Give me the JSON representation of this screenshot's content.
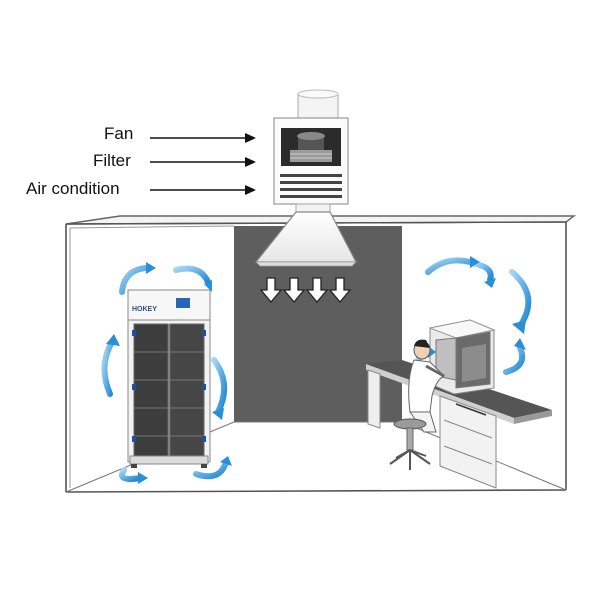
{
  "labels": {
    "fan": "Fan",
    "filter": "Filter",
    "air_condition": "Air condition"
  },
  "cabinet_brand": "HOKEY",
  "colors": {
    "airflow_blue": "#2a8fd6",
    "airflow_light": "#a6d6f5",
    "back_wall": "#5f5f5f",
    "cabinet_frame": "#f2f2f2",
    "cabinet_glass": "#4a4a4a",
    "bench_top": "#555555",
    "room_outline": "#444444"
  }
}
